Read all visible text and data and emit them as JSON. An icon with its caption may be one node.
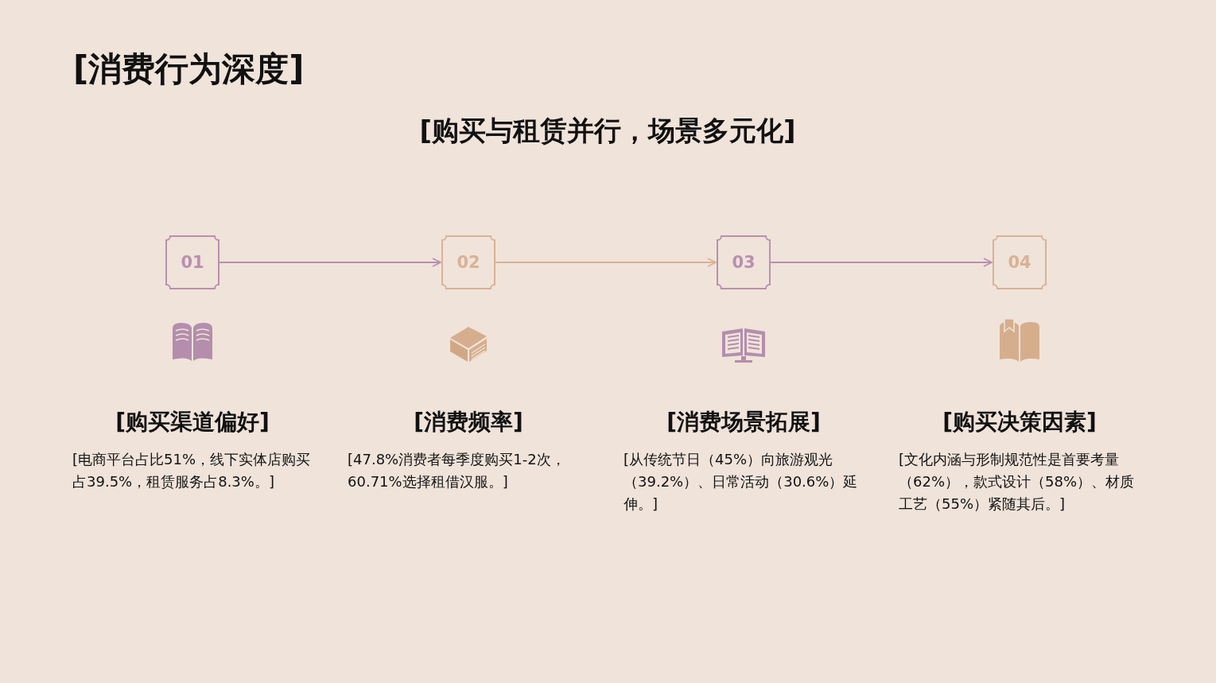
{
  "diagram": {
    "title": "[消费行为深度]",
    "nodes": [
      {
        "text": [
          "01"
        ],
        "beside": [
          "[购买渠道偏好]",
          "[电商平台占比51%，线下实体店购买占39.5%，租赁服务占8.3%。]"
        ]
      },
      {
        "text": [
          "02"
        ],
        "beside": [
          "[消费频率]",
          "[47.8%消费者每季度购买1-2次，60.71%选择租借汉服。]"
        ]
      },
      {
        "text": [
          "03"
        ],
        "beside": [
          "[消费场景拓展]",
          "[从传统节日（45%）向旅游观光（39.2%）、日常活动（30.6%）延伸。]"
        ]
      },
      {
        "text": [
          "04"
        ],
        "beside": [
          "[购买决策因素]",
          "[文化内涵与形制规范性是首要考量（62%），款式设计（58%）、材质工艺（55%）紧随其后。]"
        ]
      }
    ],
    "edges": [
      {
        "from": 0,
        "to": 1,
        "arrow": "to"
      },
      {
        "from": 1,
        "to": 2,
        "arrow": "to",
        "color": "#d9b295"
      },
      {
        "from": 2,
        "to": 3,
        "arrow": "to"
      }
    ],
    "labels": [
      "[购买与租赁并行，场景多元化]"
    ]
  }
}
